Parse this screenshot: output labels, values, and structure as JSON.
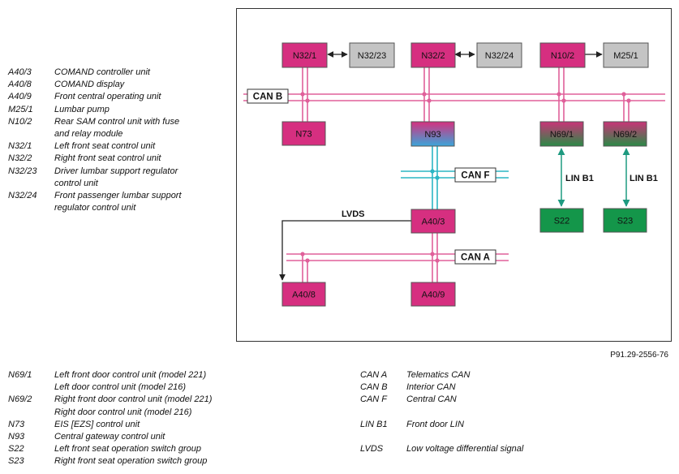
{
  "legend_top": [
    {
      "code": "A40/3",
      "desc": "COMAND controller unit"
    },
    {
      "code": "A40/8",
      "desc": "COMAND display"
    },
    {
      "code": "A40/9",
      "desc": "Front central operating unit"
    },
    {
      "code": "M25/1",
      "desc": "Lumbar pump"
    },
    {
      "code": "N10/2",
      "desc": "Rear SAM control unit with fuse\nand relay module"
    },
    {
      "code": "N32/1",
      "desc": "Left front seat control unit"
    },
    {
      "code": "N32/2",
      "desc": "Right front seat control unit"
    },
    {
      "code": "N32/23",
      "desc": "Driver lumbar support regulator\ncontrol unit"
    },
    {
      "code": "N32/24",
      "desc": "Front passenger lumbar support\nregulator control unit"
    }
  ],
  "legend_bottom_left": [
    {
      "code": "N69/1",
      "desc": "Left front door control unit (model 221)\nLeft door control unit (model 216)"
    },
    {
      "code": "N69/2",
      "desc": "Right front door control unit (model 221)\nRight door control unit (model 216)"
    },
    {
      "code": "N73",
      "desc": "EIS [EZS] control unit"
    },
    {
      "code": "N93",
      "desc": "Central gateway control unit"
    },
    {
      "code": "S22",
      "desc": "Left front seat operation switch group"
    },
    {
      "code": "S23",
      "desc": "Right front seat operation switch group"
    }
  ],
  "legend_bottom_right": {
    "bus_group": [
      {
        "code": "CAN A",
        "desc": "Telematics CAN"
      },
      {
        "code": "CAN B",
        "desc": "Interior CAN"
      },
      {
        "code": "CAN F",
        "desc": "Central CAN"
      }
    ],
    "lin": {
      "code": "LIN B1",
      "desc": "Front door LIN"
    },
    "lvds": {
      "code": "LVDS",
      "desc": "Low voltage differential signal"
    }
  },
  "reference": "P91.29-2556-76",
  "diagram": {
    "boxes": {
      "n32_1": "N32/1",
      "n32_23": "N32/23",
      "n32_2": "N32/2",
      "n32_24": "N32/24",
      "n10_2": "N10/2",
      "m25_1": "M25/1",
      "n73": "N73",
      "n93": "N93",
      "n69_1": "N69/1",
      "n69_2": "N69/2",
      "s22": "S22",
      "s23": "S23",
      "a40_3": "A40/3",
      "a40_8": "A40/8",
      "a40_9": "A40/9"
    },
    "bus_labels": {
      "can_b": "CAN B",
      "can_f": "CAN F",
      "can_a": "CAN A",
      "lin_b1_left": "LIN B1",
      "lin_b1_right": "LIN B1",
      "lvds": "LVDS"
    },
    "colors": {
      "magenta": "#d62f80",
      "bus_pink": "#e0609a",
      "gray": "#c4c4c4",
      "cyan": "#2bb5c4",
      "green": "#14964a",
      "lin_teal": "#1e9a80",
      "n93_top": "#d5307f",
      "n93_bottom": "#3aa6da",
      "n69_top": "#c93478",
      "n69_bottom": "#2a8a46"
    }
  }
}
